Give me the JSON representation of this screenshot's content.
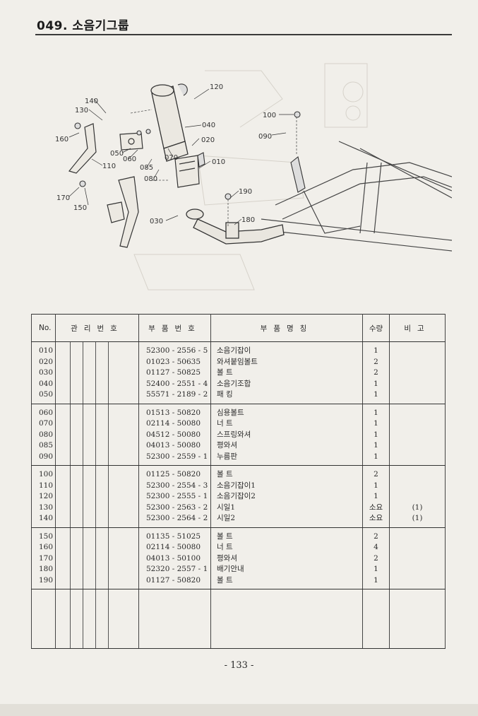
{
  "header": {
    "title": "049. 소음기그룹"
  },
  "diagram": {
    "callouts": [
      "140",
      "130",
      "120",
      "040",
      "020",
      "160",
      "050",
      "060",
      "070",
      "085",
      "080",
      "110",
      "010",
      "170",
      "150",
      "030",
      "100",
      "090",
      "190",
      "180"
    ]
  },
  "table": {
    "headers": {
      "no": "No.",
      "mgmt": "관리번호",
      "part_no": "부품번호",
      "name": "부품명칭",
      "qty": "수량",
      "remarks": "비고"
    },
    "groups": [
      {
        "no": [
          "010",
          "020",
          "030",
          "040",
          "050"
        ],
        "part_no": [
          "52300 - 2556 - 5",
          "01023 - 50635",
          "01127 - 50825",
          "52400 - 2551 - 4",
          "55571 - 2189 - 2"
        ],
        "name": [
          "소음기잡이",
          "와셔붙임볼트",
          "볼 트",
          "소음기조합",
          "패 킹"
        ],
        "qty": [
          "1",
          "2",
          "2",
          "1",
          "1"
        ],
        "remarks": [
          "",
          "",
          "",
          "",
          ""
        ]
      },
      {
        "no": [
          "060",
          "070",
          "080",
          "085",
          "090"
        ],
        "part_no": [
          "01513 - 50820",
          "02114 - 50080",
          "04512 - 50080",
          "04013 - 50080",
          "52300 - 2559 - 1"
        ],
        "name": [
          "심용볼트",
          "너 트",
          "스프링와셔",
          "평와셔",
          "누름판"
        ],
        "qty": [
          "1",
          "1",
          "1",
          "1",
          "1"
        ],
        "remarks": [
          "",
          "",
          "",
          "",
          ""
        ]
      },
      {
        "no": [
          "100",
          "110",
          "120",
          "130",
          "140"
        ],
        "part_no": [
          "01125 - 50820",
          "52300 - 2554 - 3",
          "52300 - 2555 - 1",
          "52300 - 2563 - 2",
          "52300 - 2564 - 2"
        ],
        "name": [
          "볼 트",
          "소음기잡이1",
          "소음기잡이2",
          "시일1",
          "시일2"
        ],
        "qty": [
          "2",
          "1",
          "1",
          "소요",
          "소요"
        ],
        "remarks": [
          "",
          "",
          "",
          "(1)",
          "(1)"
        ]
      },
      {
        "no": [
          "150",
          "160",
          "170",
          "180",
          "190"
        ],
        "part_no": [
          "01135 - 51025",
          "02114 - 50080",
          "04013 - 50100",
          "52320 - 2557 - 1",
          "01127 - 50820"
        ],
        "name": [
          "볼 트",
          "너 트",
          "평와셔",
          "배기안내",
          "볼 트"
        ],
        "qty": [
          "2",
          "4",
          "2",
          "1",
          "1"
        ],
        "remarks": [
          "",
          "",
          "",
          "",
          ""
        ]
      }
    ]
  },
  "footer": {
    "page_number": "- 133 -"
  }
}
